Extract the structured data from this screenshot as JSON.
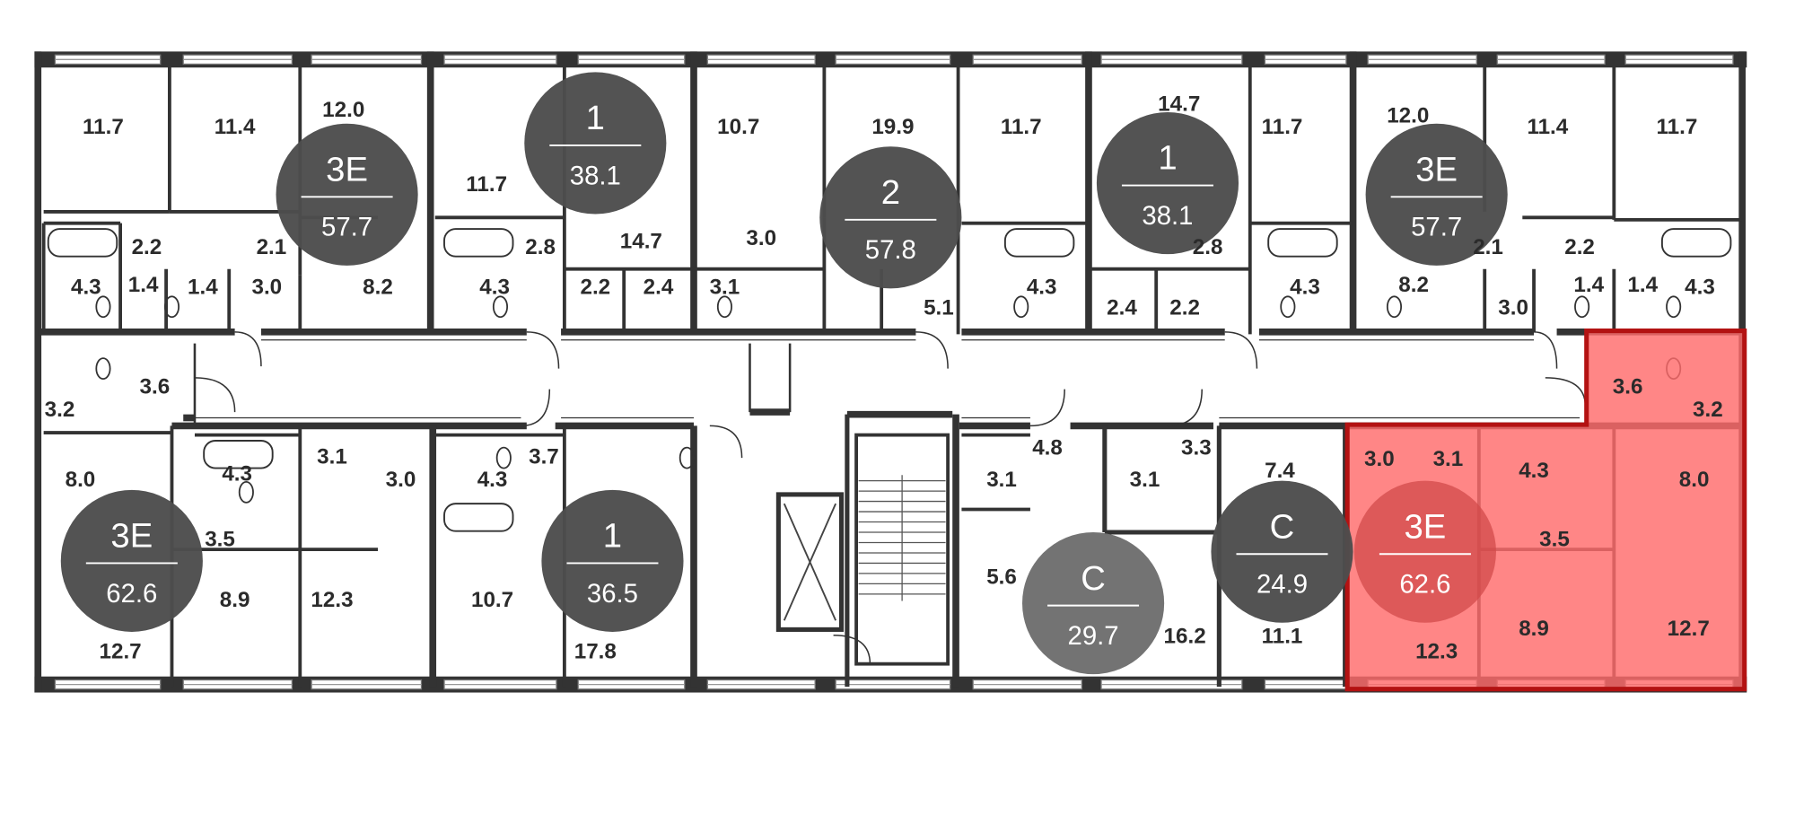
{
  "colors": {
    "wall": "#333333",
    "badge": "#4d4d4d",
    "badge_light": "#6e6e6e",
    "highlight_fill": "#ff6b6b",
    "highlight_stroke": "#b31212"
  },
  "apartments": [
    {
      "type": "3E",
      "area": "57.7"
    },
    {
      "type": "1",
      "area": "38.1"
    },
    {
      "type": "2",
      "area": "57.8"
    },
    {
      "type": "1",
      "area": "38.1"
    },
    {
      "type": "3E",
      "area": "57.7"
    },
    {
      "type": "3E",
      "area": "62.6"
    },
    {
      "type": "1",
      "area": "36.5"
    },
    {
      "type": "C",
      "area": "29.7"
    },
    {
      "type": "C",
      "area": "24.9"
    },
    {
      "type": "3E",
      "area": "62.6",
      "selected": true
    }
  ],
  "rooms": [
    "11.7",
    "11.4",
    "12.0",
    "11.7",
    "10.7",
    "19.9",
    "11.7",
    "14.7",
    "11.7",
    "12.0",
    "11.4",
    "11.7",
    "2.2",
    "2.1",
    "2.8",
    "14.7",
    "3.0",
    "2.8",
    "2.1",
    "2.2",
    "4.3",
    "1.4",
    "1.4",
    "3.0",
    "8.2",
    "4.3",
    "2.2",
    "2.4",
    "3.1",
    "5.1",
    "4.3",
    "2.4",
    "2.2",
    "4.3",
    "8.2",
    "3.0",
    "1.4",
    "1.4",
    "4.3",
    "3.6",
    "3.2",
    "3.6",
    "3.2",
    "8.0",
    "4.3",
    "3.1",
    "3.0",
    "4.3",
    "3.7",
    "4.8",
    "3.1",
    "3.3",
    "3.1",
    "7.4",
    "3.0",
    "3.1",
    "4.3",
    "8.0",
    "3.5",
    "8.9",
    "12.3",
    "10.7",
    "5.6",
    "3.5",
    "16.2",
    "11.1",
    "12.3",
    "8.9",
    "12.7",
    "12.7",
    "17.8"
  ]
}
